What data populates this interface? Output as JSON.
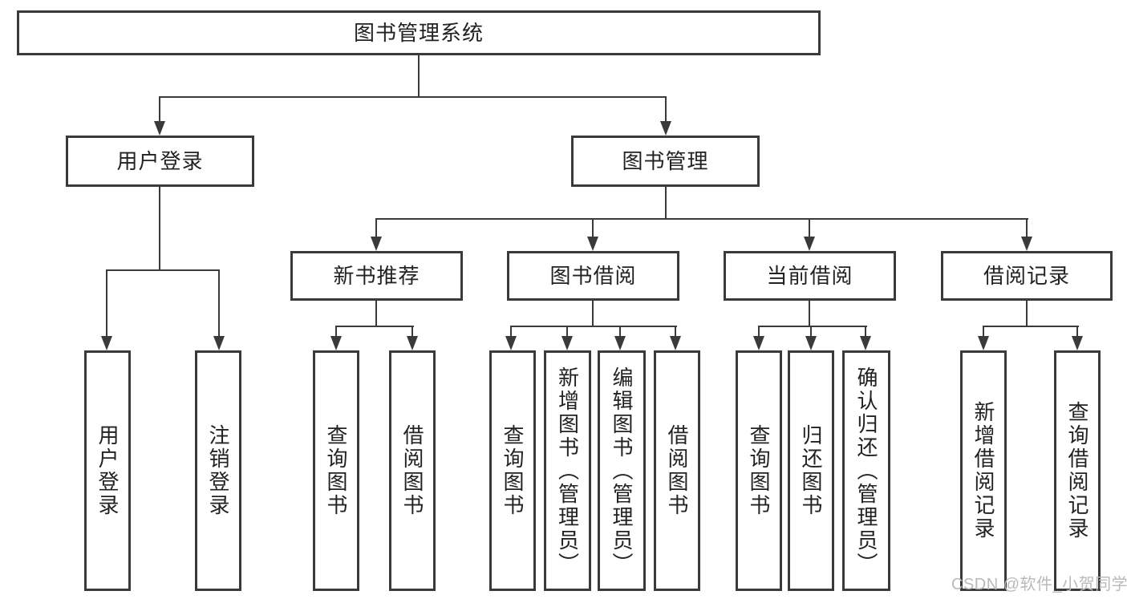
{
  "tree": {
    "root": "图书管理系统",
    "branches": [
      {
        "label": "用户登录",
        "children": [
          {
            "label": "用户登录"
          },
          {
            "label": "注销登录"
          }
        ]
      },
      {
        "label": "图书管理",
        "children": [
          {
            "label": "新书推荐",
            "children": [
              {
                "label": "查询图书"
              },
              {
                "label": "借阅图书"
              }
            ]
          },
          {
            "label": "图书借阅",
            "children": [
              {
                "label": "查询图书"
              },
              {
                "label": "新增图书（管理员）"
              },
              {
                "label": "编辑图书（管理员）"
              },
              {
                "label": "借阅图书"
              }
            ]
          },
          {
            "label": "当前借阅",
            "children": [
              {
                "label": "查询图书"
              },
              {
                "label": "归还图书"
              },
              {
                "label": "确认归还（管理员）"
              }
            ]
          },
          {
            "label": "借阅记录",
            "children": [
              {
                "label": "新增借阅记录"
              },
              {
                "label": "查询借阅记录"
              }
            ]
          }
        ]
      }
    ]
  },
  "watermark": {
    "text": "CSDN @软件_小贺同学"
  },
  "colors": {
    "line": "#3a3a3a",
    "text": "#222222",
    "watermark": "#b9b9b9",
    "background": "#ffffff"
  }
}
